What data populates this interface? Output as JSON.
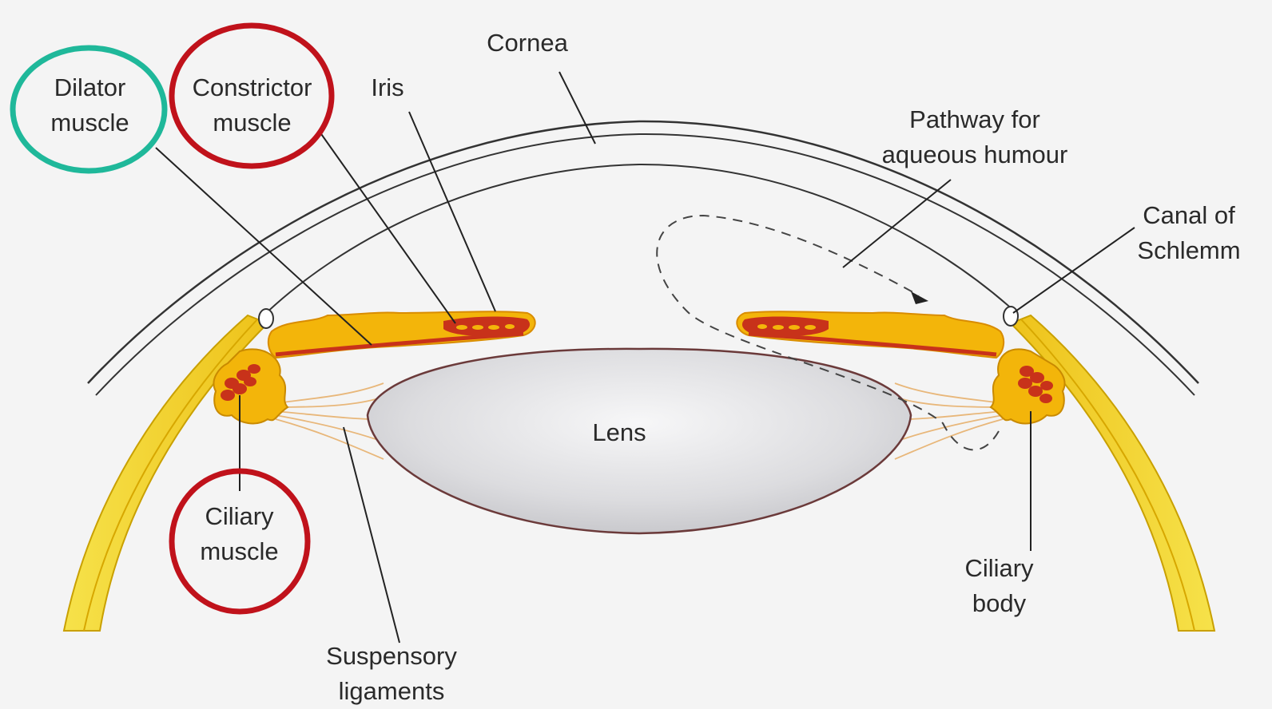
{
  "labels": {
    "cornea": "Cornea",
    "iris": "Iris",
    "dilator_1": "Dilator",
    "dilator_2": "muscle",
    "constrictor_1": "Constrictor",
    "constrictor_2": "muscle",
    "pathway_1": "Pathway for",
    "pathway_2": "aqueous humour",
    "canal_1": "Canal of",
    "canal_2": "Schlemm",
    "lens": "Lens",
    "ciliary_muscle_1": "Ciliary",
    "ciliary_muscle_2": "muscle",
    "ciliary_body_1": "Ciliary",
    "ciliary_body_2": "body",
    "suspensory_1": "Suspensory",
    "suspensory_2": "ligaments"
  },
  "colors": {
    "background": "#f4f4f4",
    "highlight_dilator": "#1fb89a",
    "highlight_red": "#c0121b",
    "sclera_yellow": "#f2d21f",
    "iris_orange": "#f0a400",
    "muscle_red": "#c8321a",
    "lens_gray": "#d9d9dc"
  }
}
